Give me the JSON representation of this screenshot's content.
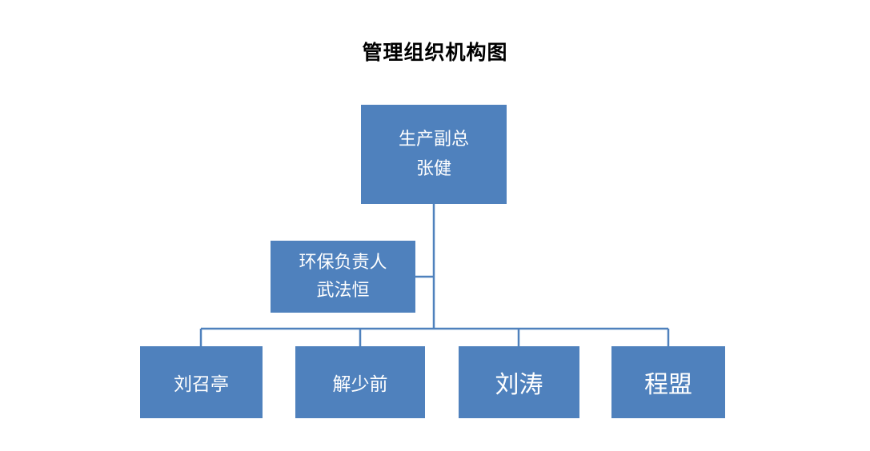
{
  "title": "管理组织机构图",
  "colors": {
    "box_fill": "#4f81bd",
    "connector": "#4f81bd",
    "box_text": "#ffffff",
    "title_text": "#000000"
  },
  "top": {
    "role": "生产副总",
    "name": "张健"
  },
  "assistant": {
    "role": "环保负责人",
    "name": "武法恒"
  },
  "subordinates": [
    {
      "name": "刘召亭"
    },
    {
      "name": "解少前"
    },
    {
      "name": "刘涛"
    },
    {
      "name": "程盟"
    }
  ]
}
